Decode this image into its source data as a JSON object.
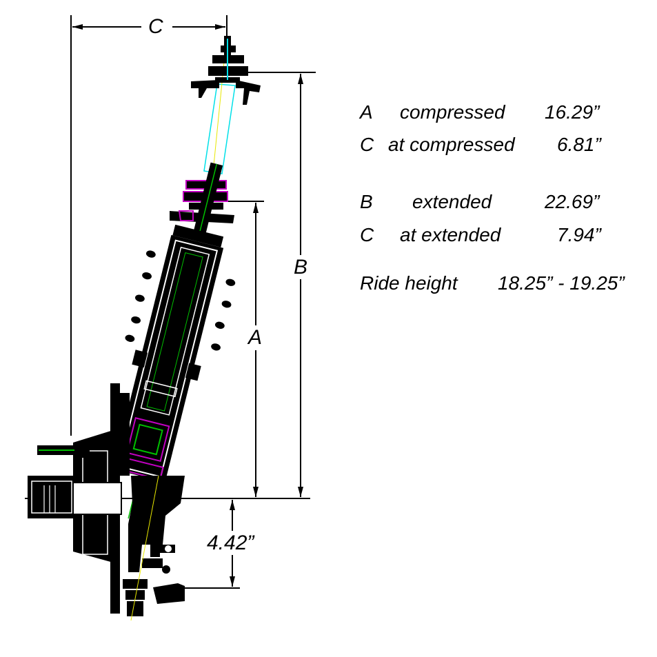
{
  "dimension_labels": {
    "c_top": "C",
    "b_right": "B",
    "a_mid": "A",
    "bottom_offset": "4.42”"
  },
  "specs": [
    {
      "letter": "A",
      "desc": "compressed",
      "value": "16.29”"
    },
    {
      "letter": "C",
      "desc": "at compressed",
      "value": "6.81”"
    },
    {
      "letter": "B",
      "desc": "extended",
      "value": "22.69”"
    },
    {
      "letter": "C",
      "desc": "at extended",
      "value": "7.94”"
    }
  ],
  "ride_height": {
    "label": "Ride height",
    "value": "18.25” - 19.25”"
  },
  "colors": {
    "line": "#000000",
    "cyan": "#00e0e8",
    "magenta": "#c000c0",
    "green": "#00c000",
    "yellow": "#e8e800"
  }
}
